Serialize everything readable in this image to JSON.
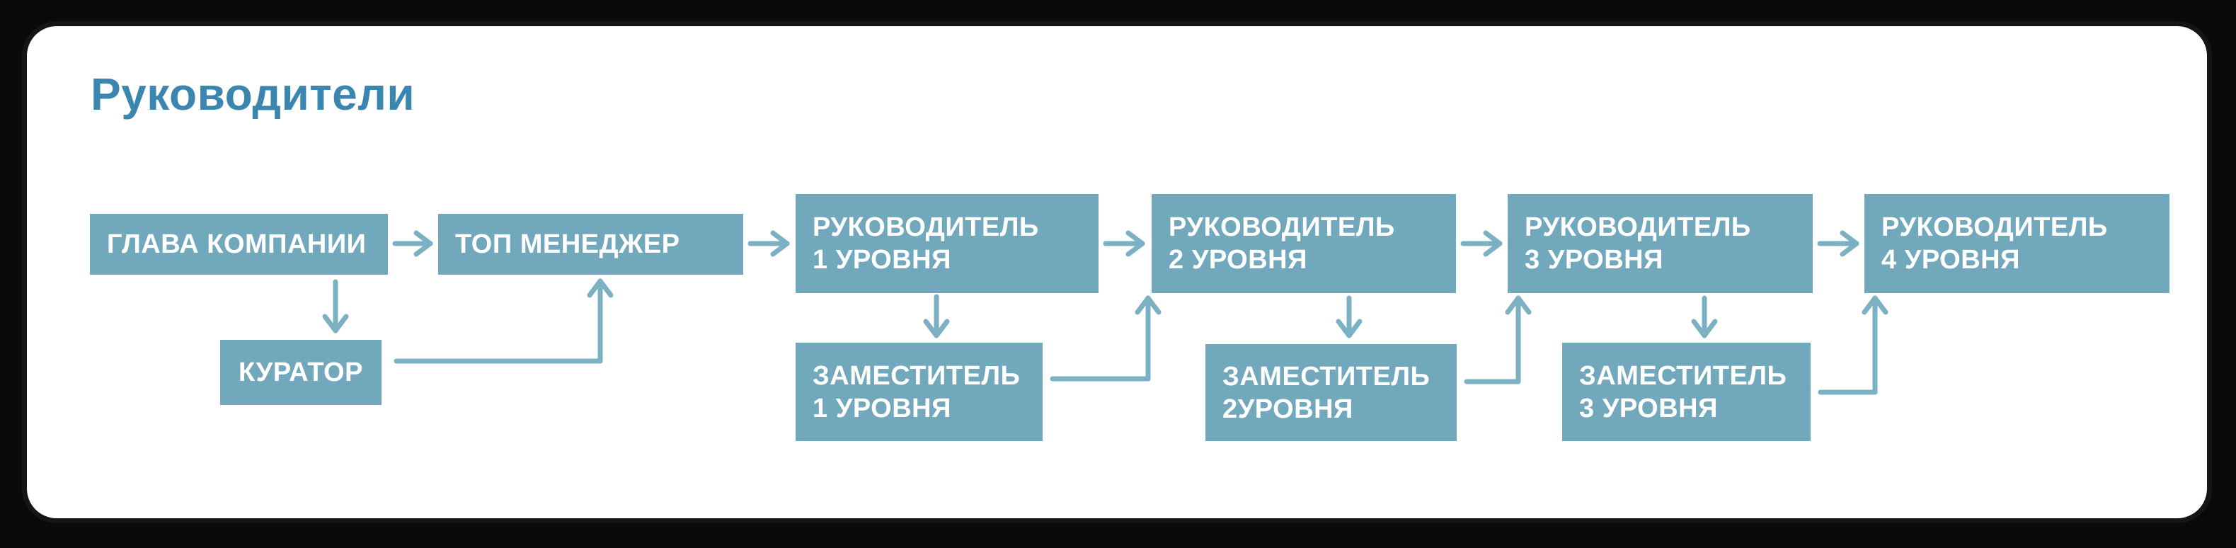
{
  "title": "Руководители",
  "colors": {
    "background": "#0a0a0a",
    "card": "#ffffff",
    "accent": "#3b86af",
    "box": "#72a8bc",
    "connector": "#7cb0c3",
    "box_text": "#ffffff"
  },
  "diagram": {
    "nodes": [
      {
        "id": "glava-kompanii",
        "lines": [
          "ГЛАВА КОМПАНИИ"
        ]
      },
      {
        "id": "top-menedzher",
        "lines": [
          "ТОП МЕНЕДЖЕР"
        ]
      },
      {
        "id": "rukovoditel-1",
        "lines": [
          "РУКОВОДИТЕЛЬ",
          "1 УРОВНЯ"
        ]
      },
      {
        "id": "rukovoditel-2",
        "lines": [
          "РУКОВОДИТЕЛЬ",
          "2 УРОВНЯ"
        ]
      },
      {
        "id": "rukovoditel-3",
        "lines": [
          "РУКОВОДИТЕЛЬ",
          "3 УРОВНЯ"
        ]
      },
      {
        "id": "rukovoditel-4",
        "lines": [
          "РУКОВОДИТЕЛЬ",
          "4 УРОВНЯ"
        ]
      },
      {
        "id": "kurator",
        "lines": [
          "КУРАТОР"
        ]
      },
      {
        "id": "zamestitel-1",
        "lines": [
          "ЗАМЕСТИТЕЛЬ",
          "1 УРОВНЯ"
        ]
      },
      {
        "id": "zamestitel-2",
        "lines": [
          "ЗАМЕСТИТЕЛЬ",
          "2УРОВНЯ"
        ]
      },
      {
        "id": "zamestitel-3",
        "lines": [
          "ЗАМЕСТИТЕЛЬ",
          "3 УРОВНЯ"
        ]
      }
    ]
  }
}
